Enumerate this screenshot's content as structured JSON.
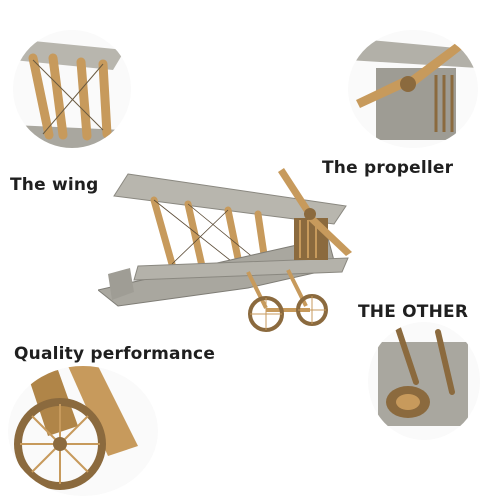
{
  "labels": {
    "wing": "The wing",
    "propeller": "The propeller",
    "other": "THE OTHER",
    "quality": "Quality performance"
  },
  "colors": {
    "metal": "#a9a9a0",
    "brass": "#c79a5c",
    "dark_brass": "#8b6a3e",
    "text": "#1f1f1f"
  }
}
